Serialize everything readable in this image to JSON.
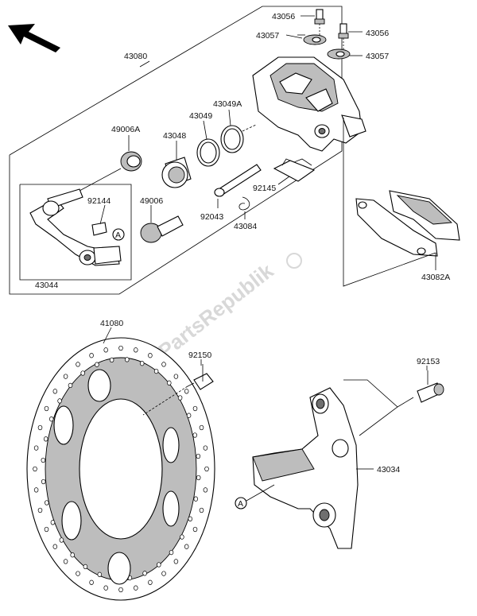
{
  "watermark": "PartsRepublik",
  "labels": {
    "p43056a": "43056",
    "p43056b": "43056",
    "p43057a": "43057",
    "p43057b": "43057",
    "p43080": "43080",
    "p43049a": "43049A",
    "p43049": "43049",
    "p43048": "43048",
    "p49006a": "49006A",
    "p92144": "92144",
    "p49006": "49006",
    "p92145": "92145",
    "p92043": "92043",
    "p43084": "43084",
    "p43044": "43044",
    "p43082a": "43082A",
    "p41080": "41080",
    "p92150": "92150",
    "p92153": "92153",
    "p43034": "43034",
    "refA1": "A",
    "refA2": "A"
  },
  "icons": {
    "direction": "arrow-up-left-icon"
  }
}
